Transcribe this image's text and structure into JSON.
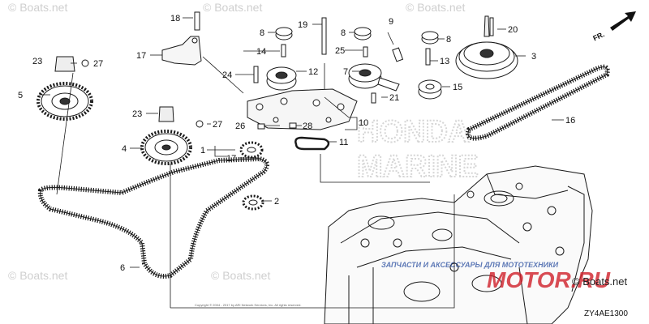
{
  "diagram": {
    "direction_label": "FR.",
    "diagram_code": "ZY4AE1300",
    "copyright_line": "Copyright © 2004 - 2017 by ARI Network Services, Inc. All rights reserved.",
    "callouts": [
      "1",
      "2",
      "3",
      "4",
      "5",
      "6",
      "7",
      "8",
      "8",
      "9",
      "10",
      "11",
      "12",
      "13",
      "14",
      "15",
      "16",
      "17",
      "18",
      "19",
      "20",
      "21",
      "22",
      "23",
      "23",
      "24",
      "25",
      "26",
      "27",
      "27",
      "28"
    ]
  },
  "watermarks": {
    "boats_net": "© Boats.net",
    "honda_marine": [
      "HONDA",
      "MARINE"
    ],
    "ru_banner": "ЗАПЧАСТИ И АКСЕССУАРЫ ДЛЯ МОТОТЕХНИКИ",
    "ru_logo": "MOTOR.RU"
  },
  "colors": {
    "line": "#1a1a1a",
    "ru_red": "#d0202a",
    "ru_blue": "#2a4fa0"
  }
}
